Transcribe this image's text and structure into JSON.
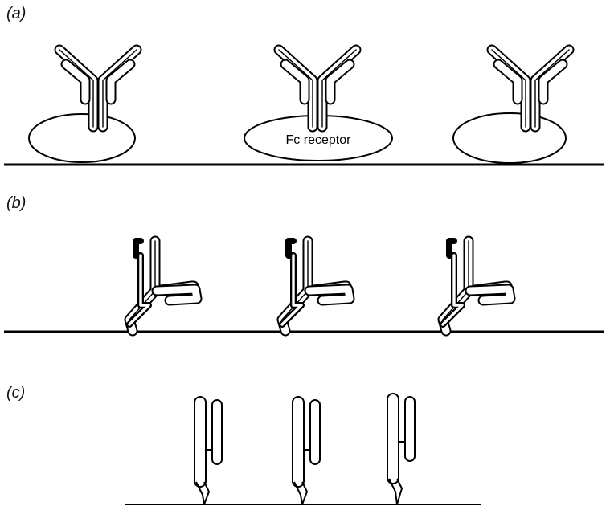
{
  "panels": {
    "a": {
      "label": "(a)",
      "receptor_label": "Fc receptor"
    },
    "b": {
      "label": "(b)"
    },
    "c": {
      "label": "(c)"
    }
  }
}
